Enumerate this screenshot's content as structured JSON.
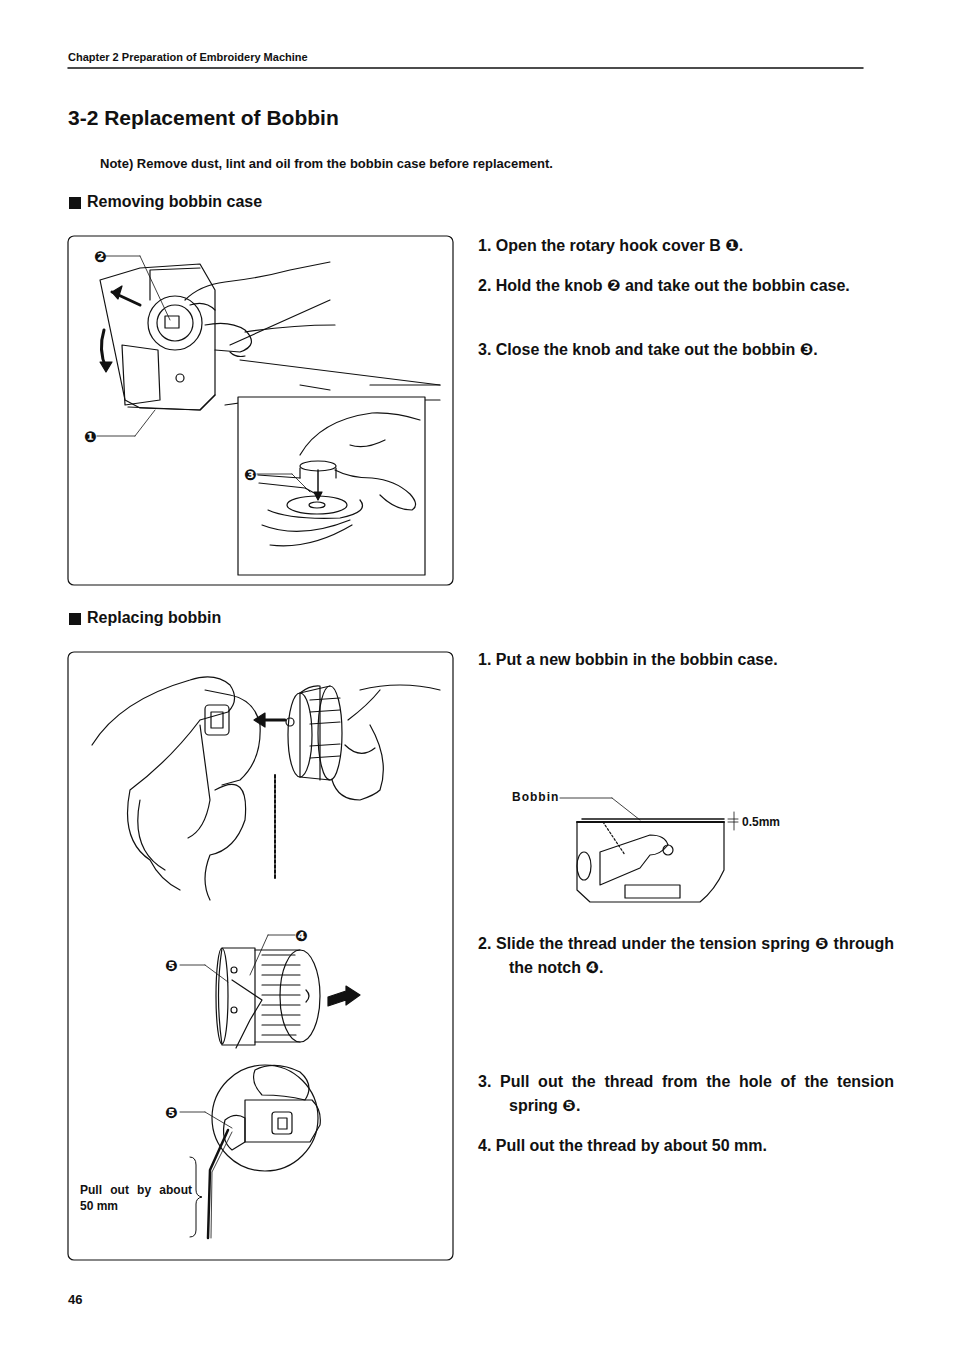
{
  "diagram": {
    "title": "3-2 Replacement of Bobbin",
    "labels": [
      "Chapter 2  Preparation of Embroidery Machine",
      "Note)  Remove dust, lint and oil from the bobbin case before replacement.",
      "Removing bobbin case",
      "❷",
      "❶",
      "❸",
      "1. Open the rotary hook cover B ❶.",
      "2. Hold the knob ❷ and take out the bobbin case.",
      "3. Close the knob and take out the bobbin ❸.",
      "Replacing bobbin",
      "❹",
      "❺",
      "❺",
      "Pull out by about 50 mm",
      "1. Put a new bobbin in the bobbin case.",
      "Bobbin",
      "0.5mm",
      "2. Slide the thread under the tension spring ❺ through the notch ❹.",
      "3. Pull out the thread from the hole of the tension spring ❺.",
      "4. Pull out the thread by about 50 mm.",
      "46"
    ]
  }
}
